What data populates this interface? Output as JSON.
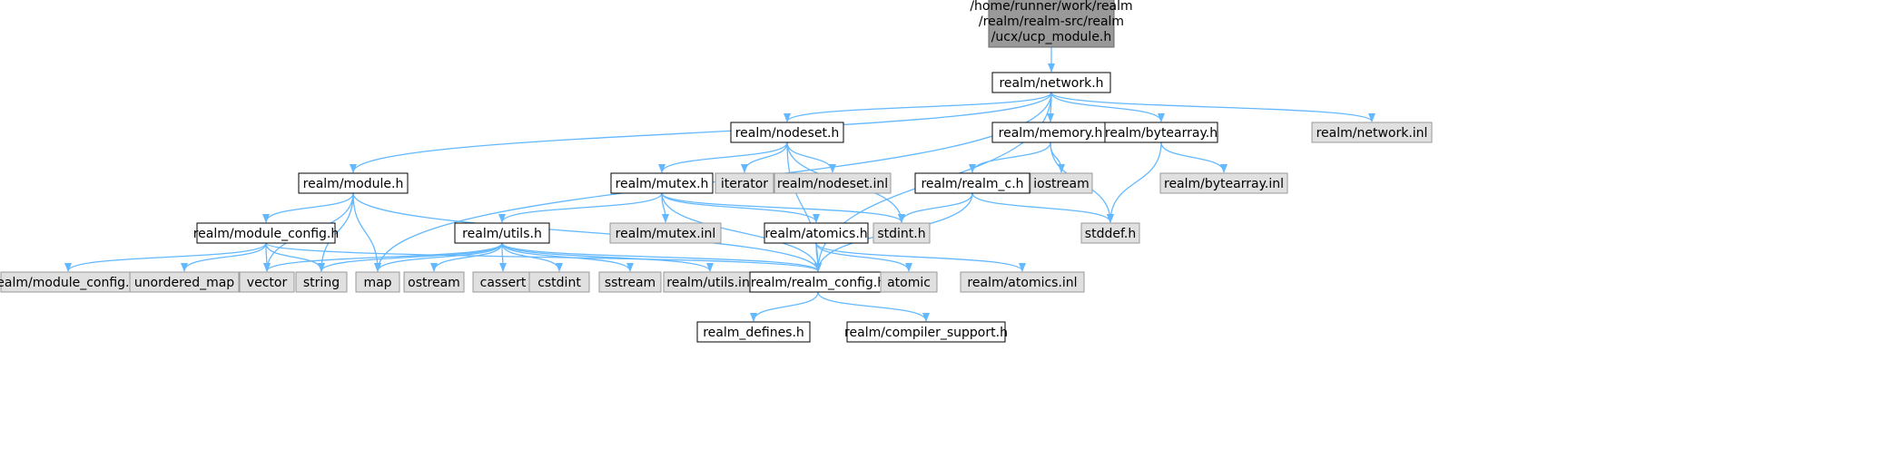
{
  "colors": {
    "edge": "#63b8ff",
    "root_fill": "#999999",
    "root_stroke": "#666666",
    "header_fill": "#ffffff",
    "header_stroke": "#000000",
    "system_fill": "#e0e0e0",
    "system_stroke": "#999999"
  },
  "nodes": [
    {
      "id": "root",
      "kind": "root",
      "lines": [
        "/home/runner/work/realm",
        "/realm/realm-src/realm",
        "/ucx/ucp_module.h"
      ]
    },
    {
      "id": "network_h",
      "kind": "header",
      "lines": [
        "realm/network.h"
      ]
    },
    {
      "id": "module_h",
      "kind": "header",
      "lines": [
        "realm/module.h"
      ]
    },
    {
      "id": "nodeset_h",
      "kind": "header",
      "lines": [
        "realm/nodeset.h"
      ]
    },
    {
      "id": "memory_h",
      "kind": "header",
      "lines": [
        "realm/memory.h"
      ]
    },
    {
      "id": "bytearray_h",
      "kind": "header",
      "lines": [
        "realm/bytearray.h"
      ]
    },
    {
      "id": "network_inl",
      "kind": "system",
      "lines": [
        "realm/network.inl"
      ]
    },
    {
      "id": "mutex_h",
      "kind": "header",
      "lines": [
        "realm/mutex.h"
      ]
    },
    {
      "id": "iterator",
      "kind": "system",
      "lines": [
        "iterator"
      ]
    },
    {
      "id": "nodeset_inl",
      "kind": "system",
      "lines": [
        "realm/nodeset.inl"
      ]
    },
    {
      "id": "realm_c_h",
      "kind": "header",
      "lines": [
        "realm/realm_c.h"
      ]
    },
    {
      "id": "iostream",
      "kind": "system",
      "lines": [
        "iostream"
      ]
    },
    {
      "id": "bytearray_inl",
      "kind": "system",
      "lines": [
        "realm/bytearray.inl"
      ]
    },
    {
      "id": "module_config_h",
      "kind": "header",
      "lines": [
        "realm/module_config.h"
      ]
    },
    {
      "id": "utils_h",
      "kind": "header",
      "lines": [
        "realm/utils.h"
      ]
    },
    {
      "id": "mutex_inl",
      "kind": "system",
      "lines": [
        "realm/mutex.inl"
      ]
    },
    {
      "id": "atomics_h",
      "kind": "header",
      "lines": [
        "realm/atomics.h"
      ]
    },
    {
      "id": "stdint_h",
      "kind": "system",
      "lines": [
        "stdint.h"
      ]
    },
    {
      "id": "stddef_h",
      "kind": "system",
      "lines": [
        "stddef.h"
      ]
    },
    {
      "id": "module_config_inl",
      "kind": "system",
      "lines": [
        "realm/module_config.inl"
      ]
    },
    {
      "id": "unordered_map",
      "kind": "system",
      "lines": [
        "unordered_map"
      ]
    },
    {
      "id": "vector",
      "kind": "system",
      "lines": [
        "vector"
      ]
    },
    {
      "id": "string",
      "kind": "system",
      "lines": [
        "string"
      ]
    },
    {
      "id": "map",
      "kind": "system",
      "lines": [
        "map"
      ]
    },
    {
      "id": "ostream",
      "kind": "system",
      "lines": [
        "ostream"
      ]
    },
    {
      "id": "cassert",
      "kind": "system",
      "lines": [
        "cassert"
      ]
    },
    {
      "id": "cstdint",
      "kind": "system",
      "lines": [
        "cstdint"
      ]
    },
    {
      "id": "sstream",
      "kind": "system",
      "lines": [
        "sstream"
      ]
    },
    {
      "id": "utils_inl",
      "kind": "system",
      "lines": [
        "realm/utils.inl"
      ]
    },
    {
      "id": "realm_config_h",
      "kind": "header",
      "lines": [
        "realm/realm_config.h"
      ]
    },
    {
      "id": "atomic",
      "kind": "system",
      "lines": [
        "atomic"
      ]
    },
    {
      "id": "atomics_inl",
      "kind": "system",
      "lines": [
        "realm/atomics.inl"
      ]
    },
    {
      "id": "realm_defines_h",
      "kind": "header",
      "lines": [
        "realm_defines.h"
      ]
    },
    {
      "id": "compiler_support_h",
      "kind": "header",
      "lines": [
        "realm/compiler_support.h"
      ]
    }
  ],
  "edges": [
    [
      "root",
      "network_h"
    ],
    [
      "network_h",
      "module_h"
    ],
    [
      "network_h",
      "nodeset_h"
    ],
    [
      "network_h",
      "memory_h"
    ],
    [
      "network_h",
      "bytearray_h"
    ],
    [
      "network_h",
      "network_inl"
    ],
    [
      "network_h",
      "map"
    ],
    [
      "network_h",
      "realm_config_h"
    ],
    [
      "module_h",
      "module_config_h"
    ],
    [
      "module_h",
      "vector"
    ],
    [
      "module_h",
      "string"
    ],
    [
      "module_h",
      "map"
    ],
    [
      "module_h",
      "realm_config_h"
    ],
    [
      "nodeset_h",
      "mutex_h"
    ],
    [
      "nodeset_h",
      "iterator"
    ],
    [
      "nodeset_h",
      "nodeset_inl"
    ],
    [
      "nodeset_h",
      "stdint_h"
    ],
    [
      "nodeset_h",
      "realm_config_h"
    ],
    [
      "memory_h",
      "realm_c_h"
    ],
    [
      "memory_h",
      "iostream"
    ],
    [
      "memory_h",
      "stddef_h"
    ],
    [
      "bytearray_h",
      "bytearray_inl"
    ],
    [
      "bytearray_h",
      "stddef_h"
    ],
    [
      "mutex_h",
      "utils_h"
    ],
    [
      "mutex_h",
      "mutex_inl"
    ],
    [
      "mutex_h",
      "atomics_h"
    ],
    [
      "mutex_h",
      "stdint_h"
    ],
    [
      "mutex_h",
      "realm_config_h"
    ],
    [
      "realm_c_h",
      "stdint_h"
    ],
    [
      "realm_c_h",
      "stddef_h"
    ],
    [
      "realm_c_h",
      "realm_config_h"
    ],
    [
      "module_config_h",
      "module_config_inl"
    ],
    [
      "module_config_h",
      "unordered_map"
    ],
    [
      "module_config_h",
      "vector"
    ],
    [
      "module_config_h",
      "string"
    ],
    [
      "module_config_h",
      "realm_config_h"
    ],
    [
      "utils_h",
      "vector"
    ],
    [
      "utils_h",
      "string"
    ],
    [
      "utils_h",
      "map"
    ],
    [
      "utils_h",
      "ostream"
    ],
    [
      "utils_h",
      "cassert"
    ],
    [
      "utils_h",
      "cstdint"
    ],
    [
      "utils_h",
      "sstream"
    ],
    [
      "utils_h",
      "utils_inl"
    ],
    [
      "utils_h",
      "realm_config_h"
    ],
    [
      "atomics_h",
      "atomic"
    ],
    [
      "atomics_h",
      "atomics_inl"
    ],
    [
      "atomics_h",
      "realm_config_h"
    ],
    [
      "realm_config_h",
      "realm_defines_h"
    ],
    [
      "realm_config_h",
      "compiler_support_h"
    ]
  ]
}
